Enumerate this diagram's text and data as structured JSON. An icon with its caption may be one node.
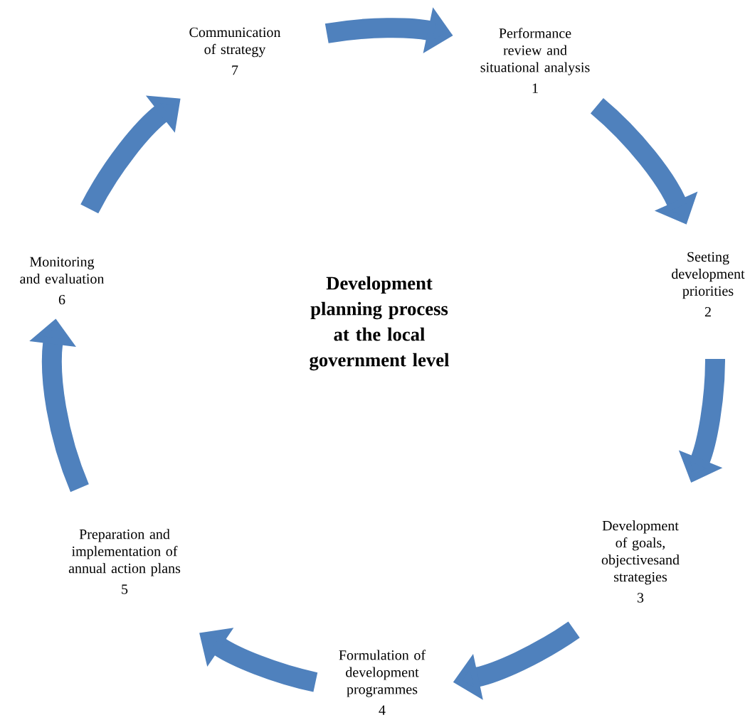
{
  "diagram": {
    "title": "Development planning process at the local government level",
    "nodes": [
      {
        "text": [
          "Performance review and situational analysis",
          "1"
        ]
      },
      {
        "text": [
          "Seeting development priorities",
          "2"
        ]
      },
      {
        "text": [
          "Development of goals, objectivesand strategies",
          "3"
        ]
      },
      {
        "text": [
          "Formulation of development programmes",
          "4"
        ]
      },
      {
        "text": [
          "Preparation and implementation of annual action plans",
          "5"
        ]
      },
      {
        "text": [
          "Monitoring and evaluation",
          "6"
        ]
      },
      {
        "text": [
          "Communication of strategy",
          "7"
        ]
      }
    ],
    "edges": [
      {
        "from": 0,
        "to": 1,
        "arrow": "to"
      },
      {
        "from": 1,
        "to": 2,
        "arrow": "to"
      },
      {
        "from": 2,
        "to": 3,
        "arrow": "to"
      },
      {
        "from": 3,
        "to": 4,
        "arrow": "to"
      },
      {
        "from": 4,
        "to": 5,
        "arrow": "to"
      },
      {
        "from": 5,
        "to": 6,
        "arrow": "to"
      },
      {
        "from": 6,
        "to": 0,
        "arrow": "to"
      }
    ]
  }
}
